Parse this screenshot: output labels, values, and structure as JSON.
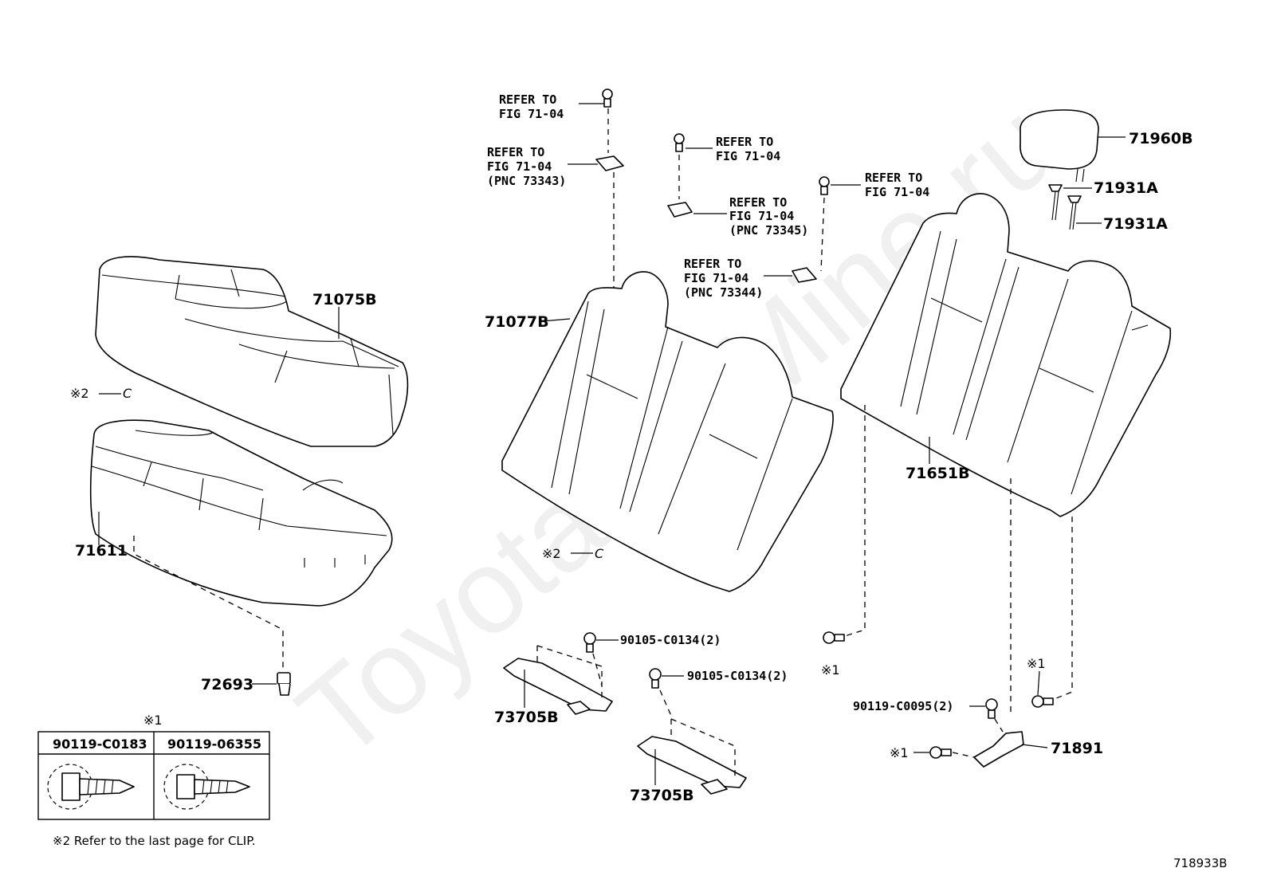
{
  "watermark": "ToyotaCarMine.ru",
  "figure_code": "718933B",
  "footnote": "※2  Refer to the last page for CLIP.",
  "clip_marks": [
    "※2",
    "C"
  ],
  "fastener_mark": "※1",
  "refer_callouts": [
    {
      "line1": "REFER TO",
      "line2": "FIG 71-04",
      "line3": ""
    },
    {
      "line1": "REFER TO",
      "line2": "FIG 71-04",
      "line3": "(PNC 73343)"
    },
    {
      "line1": "REFER TO",
      "line2": "FIG 71-04",
      "line3": ""
    },
    {
      "line1": "REFER TO",
      "line2": "FIG 71-04",
      "line3": "(PNC 73345)"
    },
    {
      "line1": "REFER TO",
      "line2": "FIG 71-04",
      "line3": ""
    },
    {
      "line1": "REFER TO",
      "line2": "FIG 71-04",
      "line3": "(PNC 73344)"
    }
  ],
  "parts": {
    "p71075B": "71075B",
    "p71611": "71611",
    "p72693": "72693",
    "p71077B": "71077B",
    "p73705B_a": "73705B",
    "p73705B_b": "73705B",
    "p90105_a": "90105-C0134(2)",
    "p90105_b": "90105-C0134(2)",
    "p71651B": "71651B",
    "p71960B": "71960B",
    "p71931A_a": "71931A",
    "p71931A_b": "71931A",
    "p90119_c0095": "90119-C0095(2)",
    "p71891": "71891"
  },
  "fastener_table": {
    "mark": "※1",
    "columns": [
      "90119-C0183",
      "90119-06355"
    ]
  }
}
